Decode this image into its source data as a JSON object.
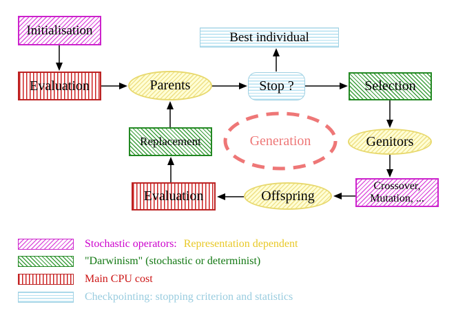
{
  "nodes": {
    "initialisation": "Initialisation",
    "evaluation_top": "Evaluation",
    "parents": "Parents",
    "best_individual": "Best individual",
    "stop": "Stop ?",
    "selection": "Selection",
    "replacement": "Replacement",
    "generation": "Generation",
    "genitors": "Genitors",
    "crossover_line1": "Crossover,",
    "crossover_line2": "Mutation, ...",
    "offspring": "Offspring",
    "evaluation_bottom": "Evaluation"
  },
  "legend": {
    "rows": [
      {
        "swatch": "magenta-diagonal-hatch",
        "label": "Stochastic operators:",
        "label2": "Representation dependent"
      },
      {
        "swatch": "green-diagonal-hatch",
        "label": "\"Darwinism\" (stochastic or determinist)"
      },
      {
        "swatch": "red-vertical-stripes",
        "label": "Main CPU cost"
      },
      {
        "swatch": "cyan-horizontal-stripes",
        "label": "Checkpointing: stopping criterion and statistics"
      }
    ]
  },
  "colors": {
    "magenta": "#cc22cc",
    "red": "#cc2222",
    "green": "#228822",
    "cyan": "#9fd0e2",
    "yellow_fill": "#ffffd6",
    "yellow_border": "#e8d96e",
    "gold_text": "#e8c826",
    "salmon": "#ee7777",
    "arrow": "#000000"
  }
}
